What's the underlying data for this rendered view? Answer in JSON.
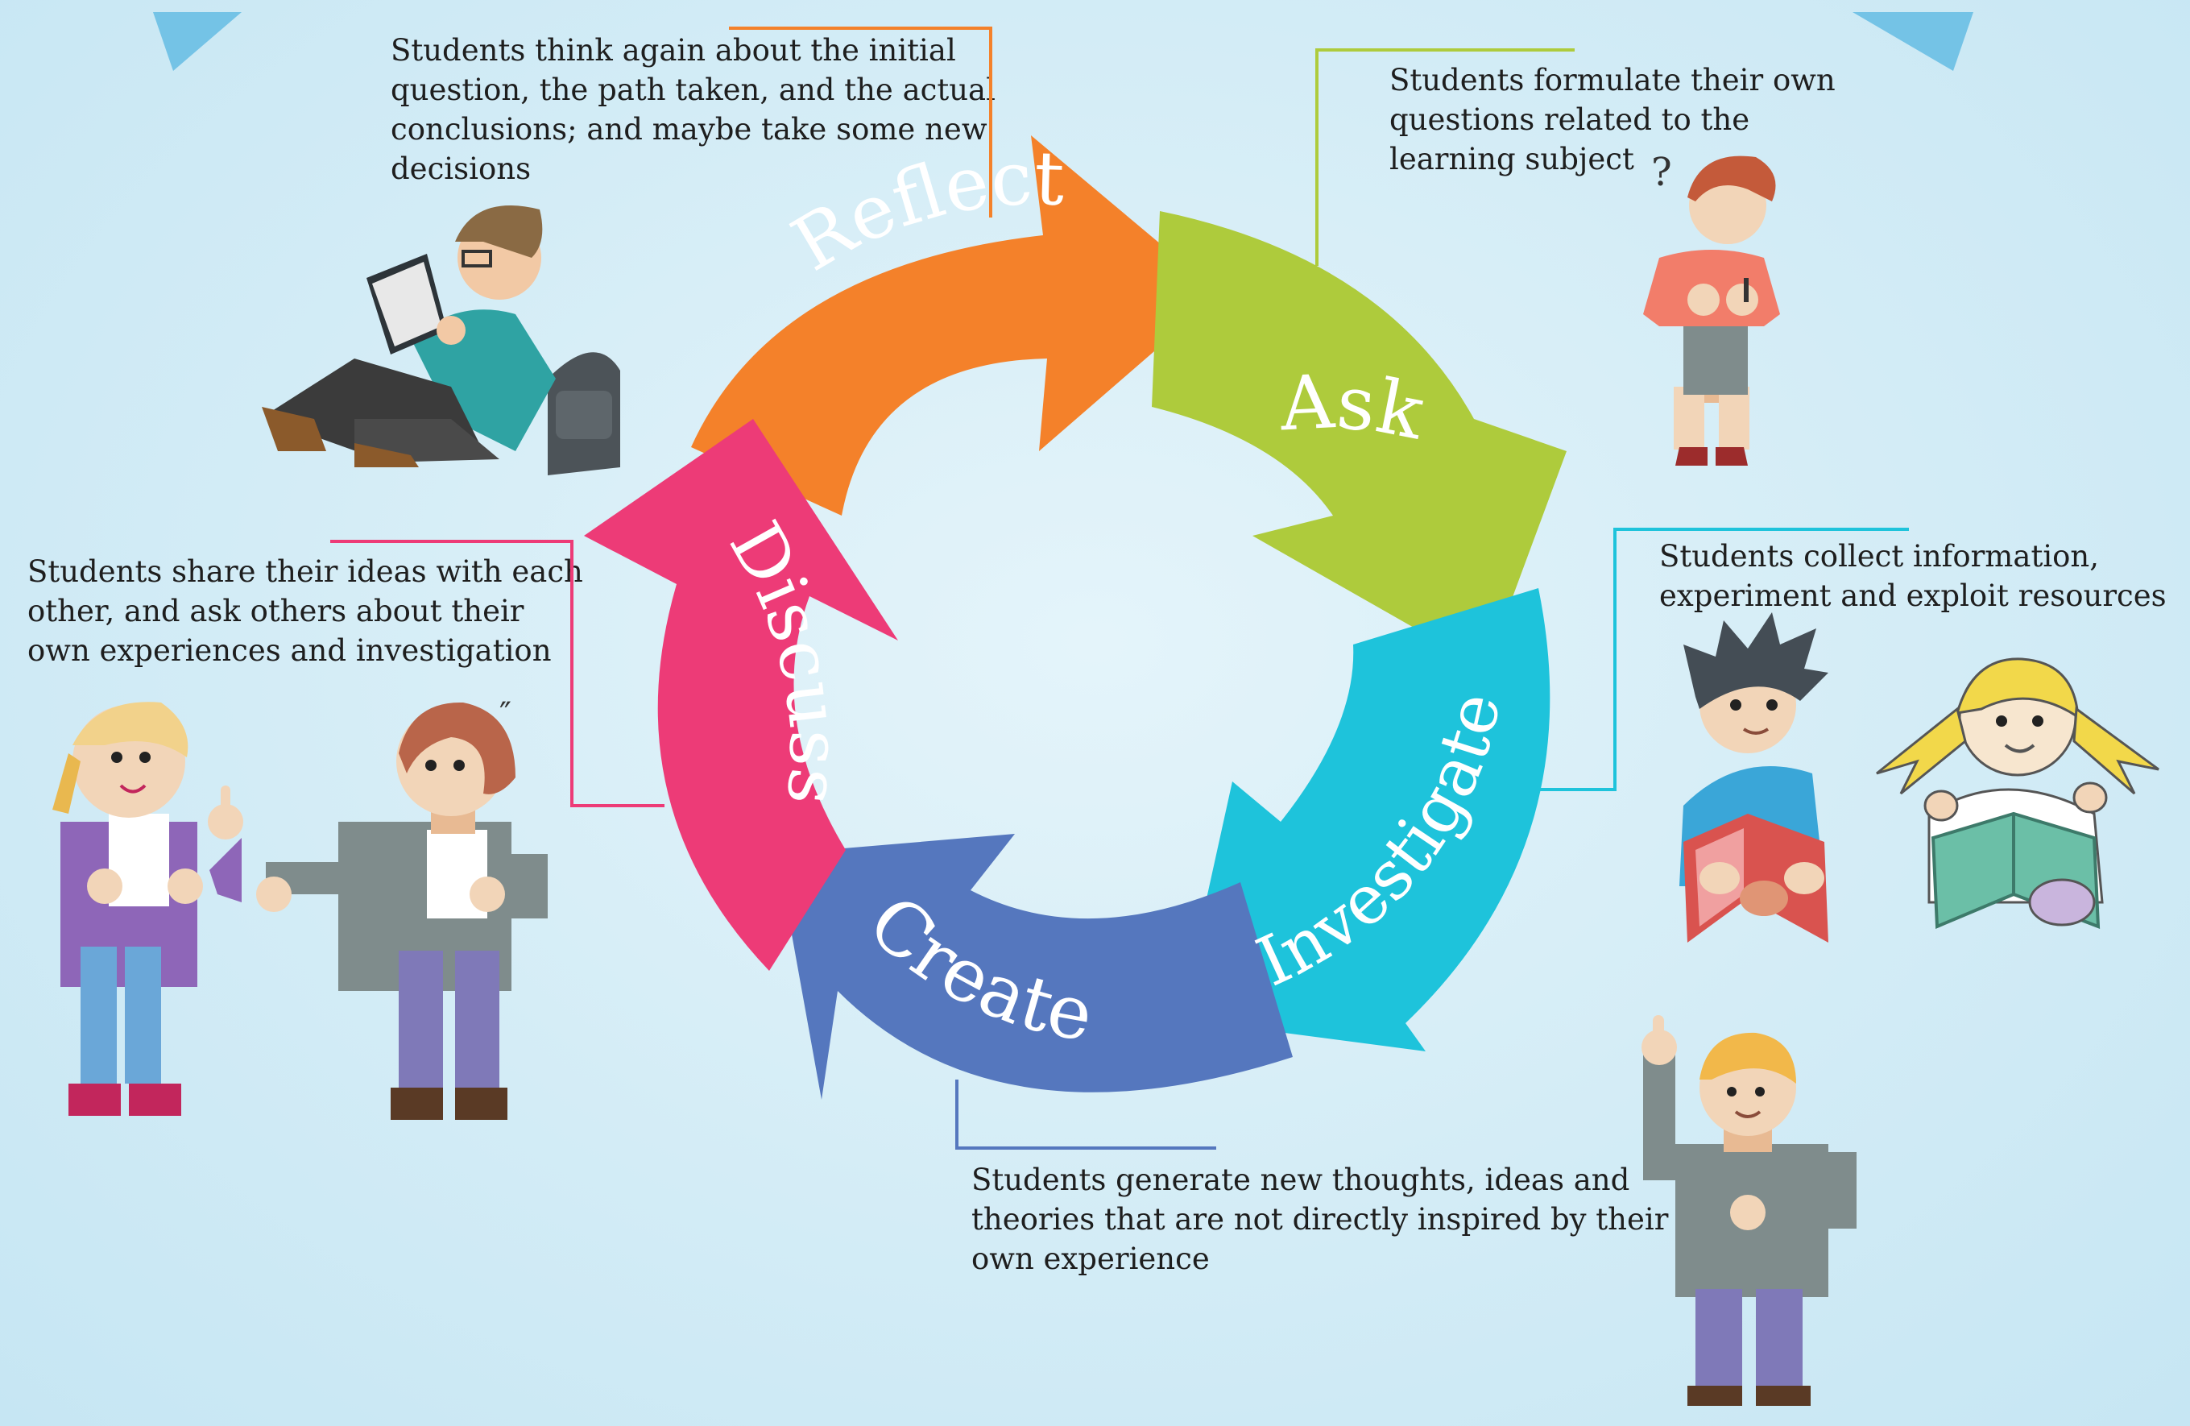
{
  "cycle": {
    "stages": [
      {
        "key": "reflect",
        "label": "Reflect",
        "color": "#f4812a",
        "description": "Students think again about the initial question, the path taken, and the actual conclusions; and maybe take some new decisions"
      },
      {
        "key": "ask",
        "label": "Ask",
        "color": "#aecb3c",
        "description": "Students formulate their own questions related to the learning subject"
      },
      {
        "key": "investigate",
        "label": "Investigate",
        "color": "#1ec3db",
        "description": "Students collect information, experiment and exploit resources"
      },
      {
        "key": "create",
        "label": "Create",
        "color": "#5577be",
        "description": "Students generate new thoughts, ideas and theories that are not directly inspired by their own experience"
      },
      {
        "key": "discuss",
        "label": "Discuss",
        "color": "#ed3b77",
        "description": "Students share their ideas with each other, and ask others about their own experiences and investigation"
      }
    ]
  },
  "decor": {
    "question_mark": "?",
    "exclaim_marks": "″"
  }
}
